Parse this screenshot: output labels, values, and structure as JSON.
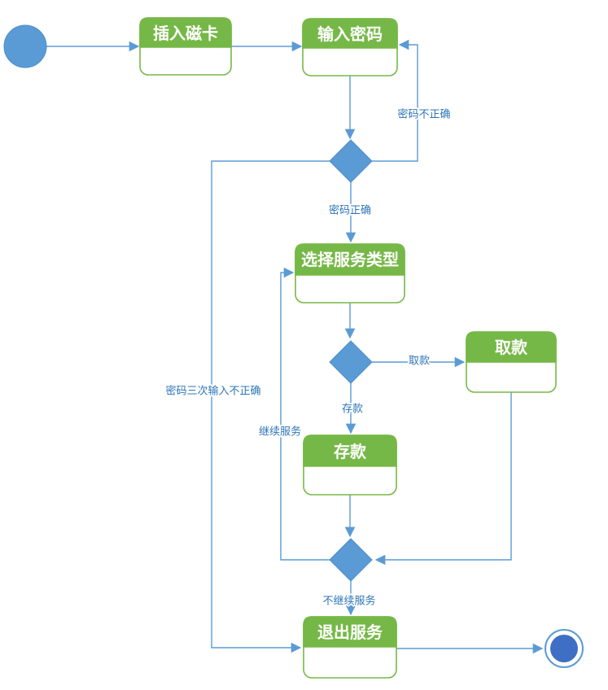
{
  "nodes": {
    "start": {
      "type": "initial-state"
    },
    "insert_card": {
      "label": "插入磁卡"
    },
    "enter_password": {
      "label": "输入密码"
    },
    "password_check": {
      "type": "decision"
    },
    "select_service": {
      "label": "选择服务类型"
    },
    "service_branch": {
      "type": "decision"
    },
    "withdraw": {
      "label": "取款"
    },
    "deposit": {
      "label": "存款"
    },
    "service_merge": {
      "type": "decision"
    },
    "exit_service": {
      "label": "退出服务"
    },
    "end": {
      "type": "final-state"
    }
  },
  "edge_labels": {
    "password_incorrect": "密码不正确",
    "password_correct": "密码正确",
    "withdraw": "取款",
    "deposit": "存款",
    "continue_service": "继续服务",
    "not_continue_service": "不继续服务",
    "password_three_times_incorrect": "密码三次输入不正确"
  },
  "colors": {
    "state_green": "#76B847",
    "flow_blue": "#5B9BD5",
    "edge_label_blue": "#2E75B6",
    "final_state_blue": "#3F6FC4",
    "state_text_white": "#FFFFFF"
  }
}
